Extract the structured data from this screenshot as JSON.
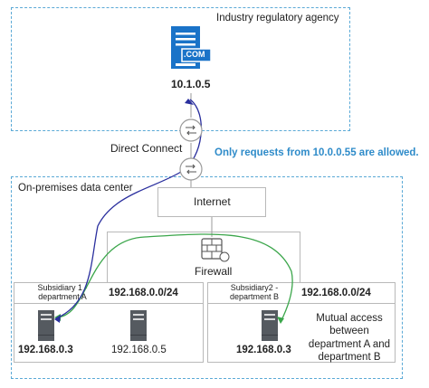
{
  "agency": {
    "title": "Industry regulatory agency",
    "server_badge": ".COM",
    "ip": "10.1.0.5"
  },
  "direct_connect": {
    "label": "Direct Connect"
  },
  "note": {
    "text": "Only requests from 10.0.0.55 are allowed.",
    "color": "#2e8bc9"
  },
  "datacenter": {
    "title": "On-premises data center",
    "internet": "Internet",
    "firewall": "Firewall",
    "subsidiary_a": {
      "title": "Subsidiary 1 - department A",
      "cidr": "192.168.0.0/24",
      "servers": [
        {
          "ip": "192.168.0.3"
        },
        {
          "ip": "192.168.0.5"
        }
      ]
    },
    "subsidiary_b": {
      "title": "Subsidiary2 - department B",
      "cidr": "192.168.0.0/24",
      "server_ip": "192.168.0.3",
      "note": "Mutual access between department A and department B"
    }
  },
  "colors": {
    "dashed_border": "#5aa9d6",
    "blue_path": "#2a2f9e",
    "green_path": "#3ba64b",
    "server_blue": "#1a73c8",
    "server_gray": "#555a60"
  }
}
